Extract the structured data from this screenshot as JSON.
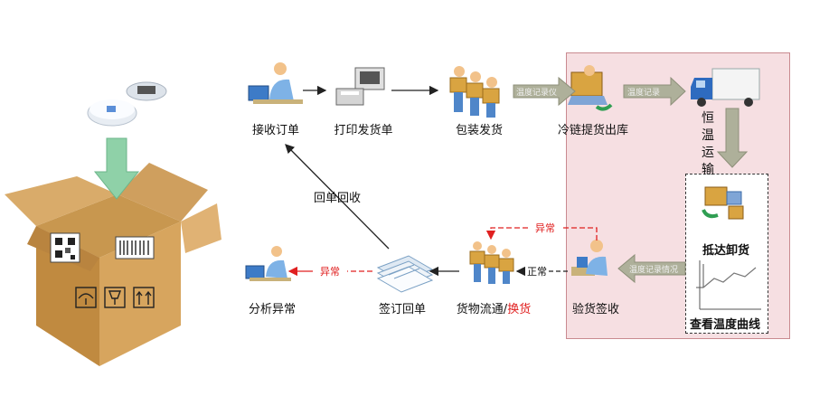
{
  "nodes": {
    "receive_order": "接收订单",
    "print_invoice": "打印发货单",
    "pack_ship": "包装发货",
    "cold_chain_out": "冷链提货出库",
    "constant_temp": "恒温运输",
    "arrive_unload": "抵达卸货",
    "view_curve": "查看温度曲线",
    "inspect_sign": "验货签收",
    "logistics": "货物流通/",
    "exchange": "换货",
    "sign_return": "签订回单",
    "analyze_exception": "分析异常"
  },
  "edges": {
    "return_receipt": "回单回收",
    "exception_top": "异常",
    "normal": "正常",
    "exception_left": "异常"
  },
  "bands": {
    "band1": "温度记录仪",
    "band2": "温度记录",
    "band3": "温度记录情况"
  },
  "colors": {
    "region_fill": "#f6dfe2",
    "region_border": "#c98a90",
    "arrow_gray": "#aeb09a",
    "exception_red": "#e02020"
  }
}
